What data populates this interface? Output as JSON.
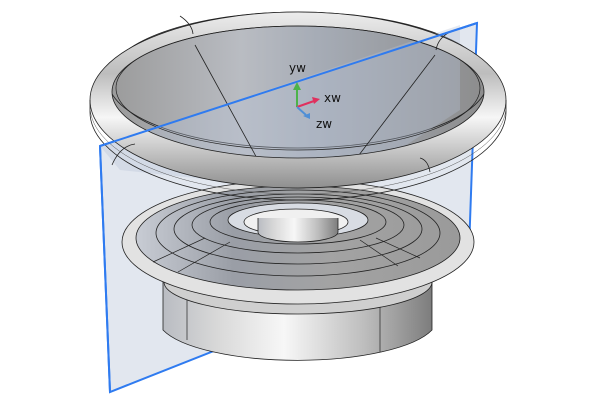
{
  "viewport": {
    "background": "#ffffff",
    "model": "loudspeaker-geometry",
    "work_plane": {
      "edge_color": "#2f7bf0",
      "fill_color": "#dde3ec"
    },
    "triad": {
      "x_label": "xw",
      "y_label": "yw",
      "z_label": "zw",
      "x_color": "#e0305e",
      "y_color": "#4cb34a",
      "z_color": "#4f8fd6"
    }
  }
}
